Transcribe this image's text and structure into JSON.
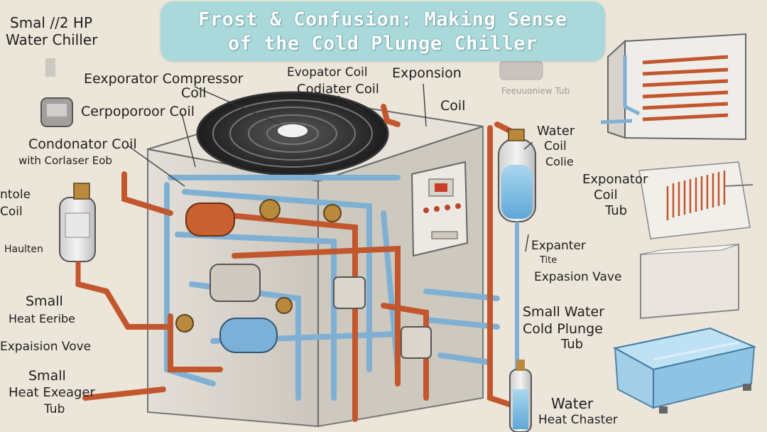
{
  "title": {
    "line1": "Frost & Confusion: Making Sense",
    "line2": "of the Cold Plunge Chiller"
  },
  "labels": {
    "unit_line1": "Smal //2 HP",
    "unit_line2": "Water Chiller",
    "evap_comp_line1": "Eexporator Compressor",
    "evap_comp_line2": "Coil",
    "cerpop": "Cerpoporoor Coil",
    "condonator_line1": "Condonator Coil",
    "condonator_line2": "with Corlaser Eob",
    "intole_line1": "ntole",
    "intole_line2": "Coil",
    "haulten": "Haulten",
    "small_heat_line1": "Small",
    "small_heat_line2": "Heat Eeribe",
    "expasion_vove": "Expaision Vove",
    "small_exchanger_line1": "Small",
    "small_exchanger_line2": "Heat Exeager",
    "small_exchanger_line3": "Tub",
    "evap_cond_line1": "Evopator Coil",
    "evap_cond_line2": "Codiater Coil",
    "exponsion": "Exponsion",
    "coil": "Coil",
    "water_coil_line1": "Water",
    "water_coil_line2": "Coil",
    "water_coil_line3": "Colie",
    "exponator_line1": "Exponator",
    "exponator_line2": "Coil",
    "exponator_line3": "Tub",
    "expanter_line1": "Expanter",
    "expanter_line2": "Tite",
    "expasion_vave": "Expasion Vave",
    "plunge_line1": "Small Water",
    "plunge_line2": "Cold Plunge",
    "plunge_line3": "Tub",
    "heat_line1": "Water",
    "heat_line2": "Heat Chaster",
    "faded_tub": "Feeuuoniew Tub"
  },
  "colors": {
    "background": "#ece6da",
    "banner": "#a9d9da",
    "copper_pipe": "#c2562d",
    "blue_pipe": "#7fb0d4",
    "cabinet": "#dcd8d0",
    "water": "#7fbfe3"
  }
}
